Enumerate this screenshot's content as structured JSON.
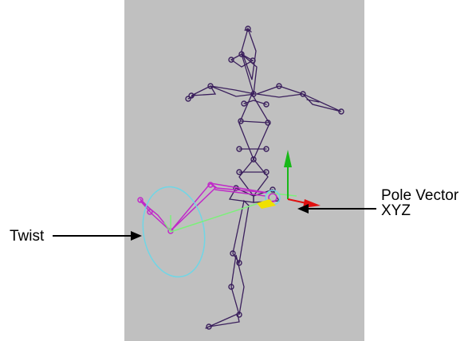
{
  "viewport": {
    "background_color": "#c0c0c0",
    "skeleton_color": "#3a1f5c",
    "ik_chain_color": "#c02ac8",
    "twist_disc_color": "#6fd6e6",
    "handle_line_color": "#7cf07a",
    "move_y_color": "#18b818",
    "move_x_color": "#e01010",
    "move_center_color": "#f0e000"
  },
  "annotations": {
    "twist": {
      "text": "Twist",
      "icon": "arrow-right-icon"
    },
    "pole_vector": {
      "line1": "Pole Vector",
      "line2": "XYZ",
      "icon": "arrow-left-icon"
    }
  }
}
